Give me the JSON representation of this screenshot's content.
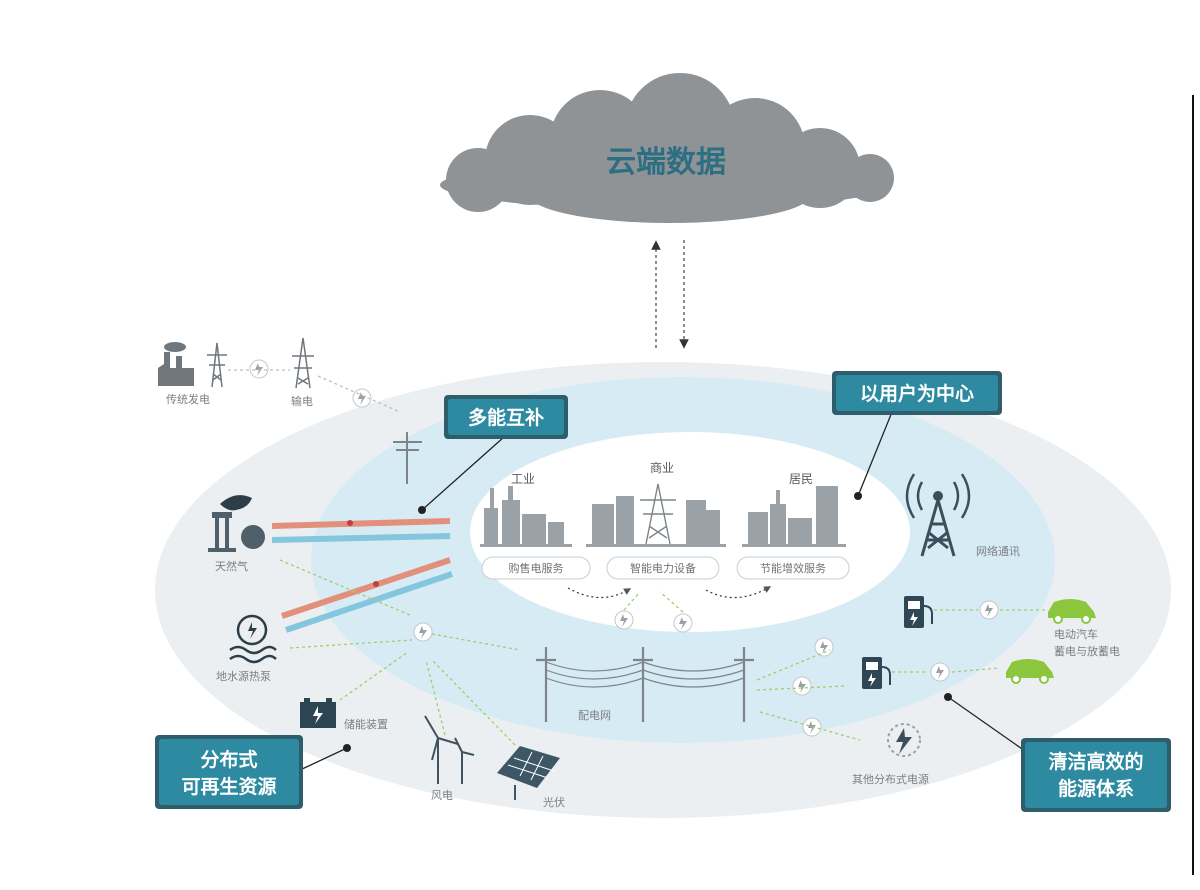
{
  "cloud": {
    "label": "云端数据"
  },
  "badges": {
    "complementary": "多能互补",
    "user_centric": "以用户为中心",
    "distributed_line1": "分布式",
    "distributed_line2": "可再生资源",
    "clean_line1": "清洁高效的",
    "clean_line2": "能源体系"
  },
  "sectors": {
    "industry": "工业",
    "commerce": "商业",
    "residential": "居民"
  },
  "services": {
    "retail": "购售电服务",
    "smart_device": "智能电力设备",
    "efficiency": "节能增效服务"
  },
  "labels": {
    "traditional_power": "传统发电",
    "transmission": "输电",
    "natural_gas": "天然气",
    "water_source": "地水源热泵",
    "storage": "储能装置",
    "wind": "风电",
    "solar": "光伏",
    "distribution": "配电网",
    "network": "网络通讯",
    "ev_line1": "电动汽车",
    "ev_line2": "蓄电与放蓄电",
    "other_distributed": "其他分布式电源"
  },
  "colors": {
    "badge": "#2d8aa0",
    "cloud": "#8f9396",
    "outer_ellipse": "#e9ecee",
    "blue_ring": "#d5eaf4",
    "icon": "#727a80",
    "pipe_red": "#e28a7a",
    "pipe_blue": "#7fc4dc",
    "ev_green": "#8cc63f"
  }
}
